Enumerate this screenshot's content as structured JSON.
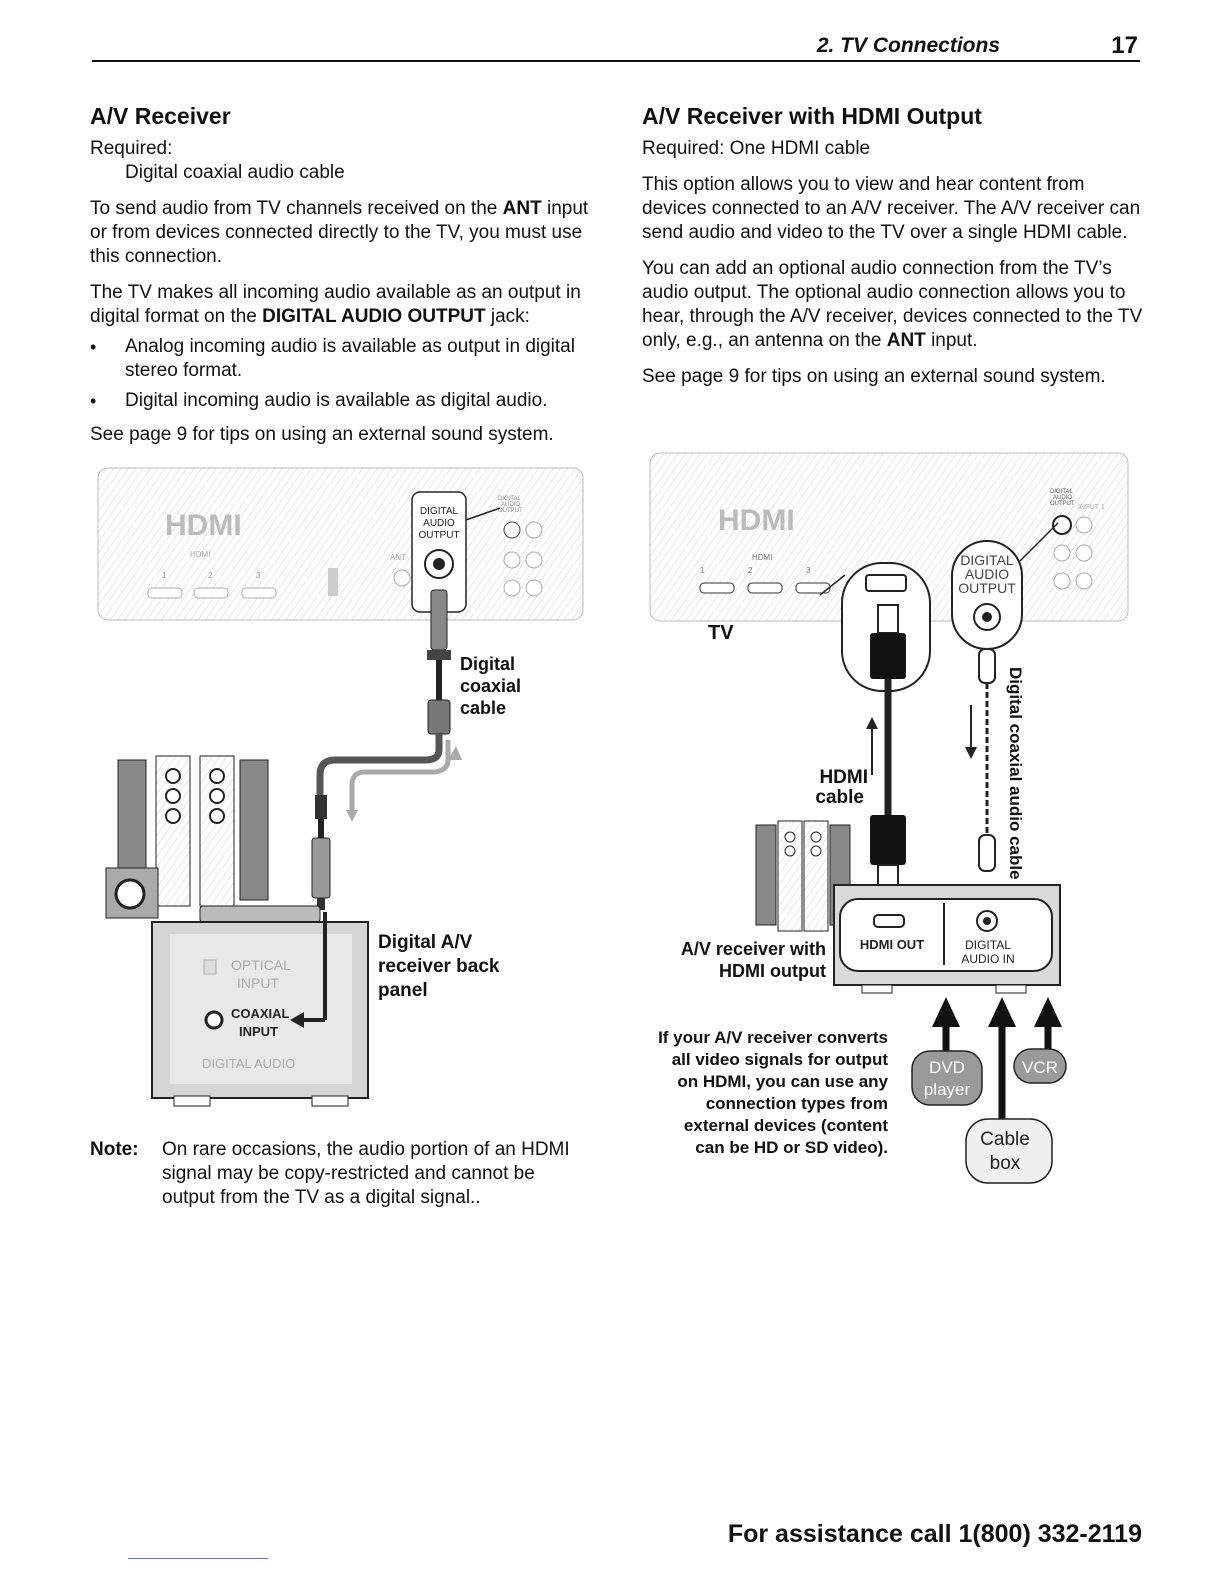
{
  "header": {
    "section_title": "2. TV Connections",
    "page_number": "17"
  },
  "left": {
    "heading": "A/V Receiver",
    "required_label": "Required:",
    "required_item": "Digital coaxial audio cable",
    "para1_pre": "To send audio from TV channels received on the ",
    "para1_bold": "ANT",
    "para1_post": " input or from devices connected directly to the TV, you must use this connection.",
    "para2_pre": "The TV makes all incoming audio available as an output in digital format on the ",
    "para2_bold": "DIGITAL AUDIO OUTPUT",
    "para2_post": " jack:",
    "bullets": [
      "Analog incoming audio is available as output in digital stereo format.",
      "Digital incoming audio is available as digital audio."
    ],
    "see_page": "See page 9 for tips on using an external sound system.",
    "diagram": {
      "tv_digital_audio_output": [
        "DIGITAL",
        "AUDIO",
        "OUTPUT"
      ],
      "tv_small_digital_audio_output": [
        "DIGITAL",
        "AUDIO",
        "OUTPUT"
      ],
      "tv_ant": "ANT",
      "tv_hdmi": "HDMI",
      "tv_hdmi_nums": [
        "1",
        "2",
        "3"
      ],
      "cable_label": [
        "Digital",
        "coaxial",
        "cable"
      ],
      "receiver_label": [
        "Digital A/V",
        "receiver back",
        "panel"
      ],
      "optical": [
        "OPTICAL",
        "INPUT"
      ],
      "coaxial": [
        "COAXIAL",
        "INPUT"
      ],
      "digital_audio": "DIGITAL AUDIO"
    },
    "note_label": "Note:",
    "note_text": "On rare occasions, the audio portion of an HDMI signal may be copy-restricted and cannot be output from the TV as a digital signal.."
  },
  "right": {
    "heading": "A/V Receiver with HDMI Output",
    "required": "Required:  One HDMI cable",
    "para1": "This option allows you to view and hear content from devices connected to an A/V receiver.  The A/V receiver can send audio and video to the TV over a single HDMI cable.",
    "para2_pre": "You can add an optional audio connection from the TV’s audio output.  The optional audio connection allows you to hear, through the A/V receiver, devices connected to the TV only, e.g., an antenna on the ",
    "para2_bold": "ANT",
    "para2_post": " input.",
    "see_page": "See page 9 for tips on using an external sound system.",
    "diagram": {
      "tv_label": "TV",
      "tv_hdmi": "HDMI",
      "tv_hdmi_nums": [
        "1",
        "2",
        "3"
      ],
      "digital_audio_output": [
        "DIGITAL",
        "AUDIO",
        "OUTPUT"
      ],
      "tv_small_digital_audio_output": [
        "DIGITAL",
        "AUDIO",
        "OUTPUT"
      ],
      "tv_input": "INPUT 1",
      "hdmi_cable_label": [
        "HDMI",
        "cable"
      ],
      "coax_cable_label": "Digital coaxial audio cable",
      "receiver_label": [
        "A/V receiver with",
        "HDMI output"
      ],
      "hdmi_out": "HDMI OUT",
      "digital_audio_in": [
        "DIGITAL",
        "AUDIO IN"
      ],
      "convert_note": [
        "If your A/V receiver converts",
        "all video signals for output",
        "on HDMI, you can use any",
        "connection types from",
        "external devices (content",
        "can be HD or SD video)."
      ],
      "dvd": [
        "DVD",
        "player"
      ],
      "vcr": "VCR",
      "cable_box": [
        "Cable",
        "box"
      ]
    }
  },
  "footer": {
    "assistance": "For assistance call 1(800) 332-2119"
  },
  "colors": {
    "text": "#111111",
    "diagram_gray": "#d9d9d9",
    "badge_gray": "#9a9a9a"
  }
}
